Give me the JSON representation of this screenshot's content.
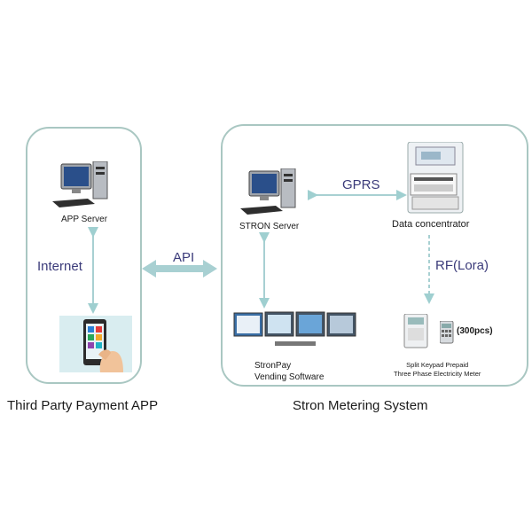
{
  "left_panel": {
    "app_server": "APP Server",
    "internet": "Internet",
    "caption": "Third Party Payment APP"
  },
  "right_panel": {
    "stron_server": "STRON Server",
    "data_concentrator": "Data concentrator",
    "gprs": "GPRS",
    "rf": "RF(Lora)",
    "vending_line1": "StronPay",
    "vending_line2": "Vending Software",
    "meter_count": "(300pcs)",
    "meter_line1": "Split Keypad Prepaid",
    "meter_line2": "Three Phase Electricity Meter",
    "caption": "Stron Metering System"
  },
  "api": "API",
  "colors": {
    "panel_border": "#a9c7c2",
    "arrow": "#a8d0d2",
    "link_text": "#3b3b7a"
  },
  "icons": [
    "server-computer-icon",
    "smartphone-payment-icon",
    "data-concentrator-icon",
    "vending-monitors-icon",
    "electricity-meter-icon",
    "keypad-icon"
  ]
}
